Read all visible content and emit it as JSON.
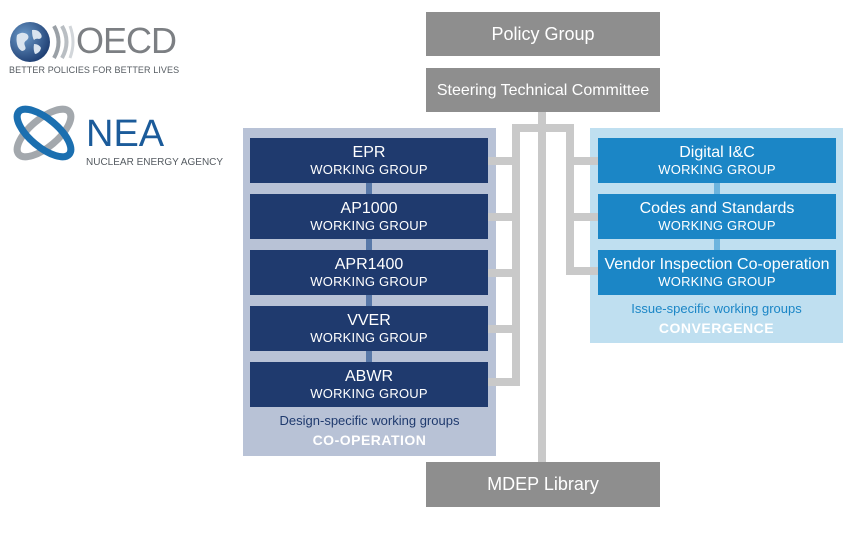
{
  "logos": {
    "oecd": {
      "name": "OECD",
      "tagline": "BETTER POLICIES FOR BETTER LIVES"
    },
    "nea": {
      "name": "NEA",
      "tagline": "NUCLEAR ENERGY AGENCY"
    }
  },
  "top": {
    "policy": "Policy Group",
    "steering": "Steering Technical Committee"
  },
  "design": {
    "groups": [
      {
        "name": "EPR",
        "sub": "WORKING GROUP"
      },
      {
        "name": "AP1000",
        "sub": "WORKING GROUP"
      },
      {
        "name": "APR1400",
        "sub": "WORKING GROUP"
      },
      {
        "name": "VVER",
        "sub": "WORKING GROUP"
      },
      {
        "name": "ABWR",
        "sub": "WORKING GROUP"
      }
    ],
    "caption": "Design-specific working groups",
    "title": "CO-OPERATION"
  },
  "issue": {
    "groups": [
      {
        "name": "Digital I&C",
        "sub": "WORKING GROUP"
      },
      {
        "name": "Codes and Standards",
        "sub": "WORKING GROUP"
      },
      {
        "name": "Vendor Inspection Co-operation",
        "sub": "WORKING GROUP"
      }
    ],
    "caption": "Issue-specific working groups",
    "title": "CONVERGENCE"
  },
  "library": "MDEP Library",
  "colors": {
    "gray_box": "#8e8e8e",
    "design_box": "#1f3a6e",
    "issue_box": "#1b86c6",
    "design_panel": "#b8c2d6",
    "issue_panel": "#bfdff0",
    "connector": "#c9c9c9"
  }
}
